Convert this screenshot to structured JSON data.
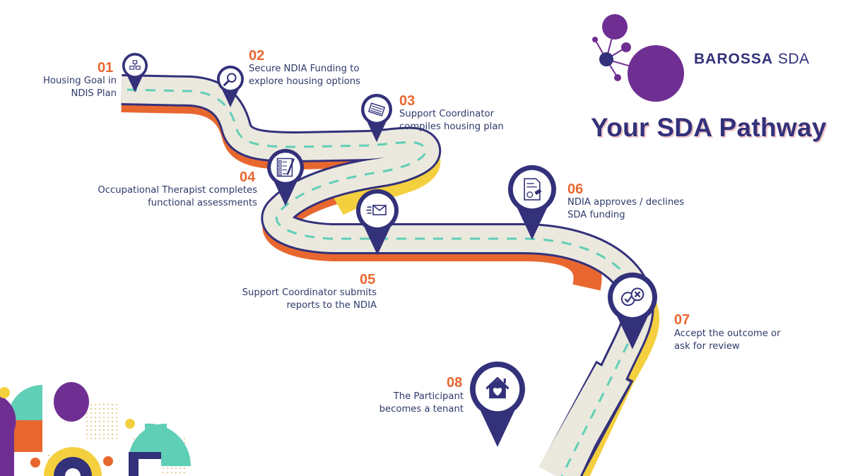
{
  "brand": {
    "name_bold": "BAROSSA",
    "name_light": "SDA"
  },
  "title": "Your SDA Pathway",
  "colors": {
    "navy": "#33317a",
    "orange": "#e8672f",
    "teal": "#5fcfb6",
    "yellow": "#f4d03f",
    "purple": "#6f2f92",
    "road": "#ebe8de"
  },
  "steps": [
    {
      "num": "01",
      "line1": "Housing Goal in",
      "line2": "NDIS Plan",
      "icon": "flowchart-icon"
    },
    {
      "num": "02",
      "line1": "Secure NDIA Funding to",
      "line2": "explore housing options",
      "icon": "magnifier-icon"
    },
    {
      "num": "03",
      "line1": "Support Coordinator",
      "line2": "compiles housing plan",
      "icon": "documents-stack-icon"
    },
    {
      "num": "04",
      "line1": "Occupational Therapist completes",
      "line2": "functional assessments",
      "icon": "checklist-icon"
    },
    {
      "num": "05",
      "line1": "Support Coordinator submits",
      "line2": "reports to the NDIA",
      "icon": "envelope-icon"
    },
    {
      "num": "06",
      "line1": "NDIA approves / declines",
      "line2": "SDA funding",
      "icon": "stamped-document-icon"
    },
    {
      "num": "07",
      "line1": "Accept the outcome or",
      "line2": "ask for review",
      "icon": "approve-decline-icon"
    },
    {
      "num": "08",
      "line1": "The Participant",
      "line2": "becomes a tenant",
      "icon": "house-heart-icon"
    }
  ]
}
